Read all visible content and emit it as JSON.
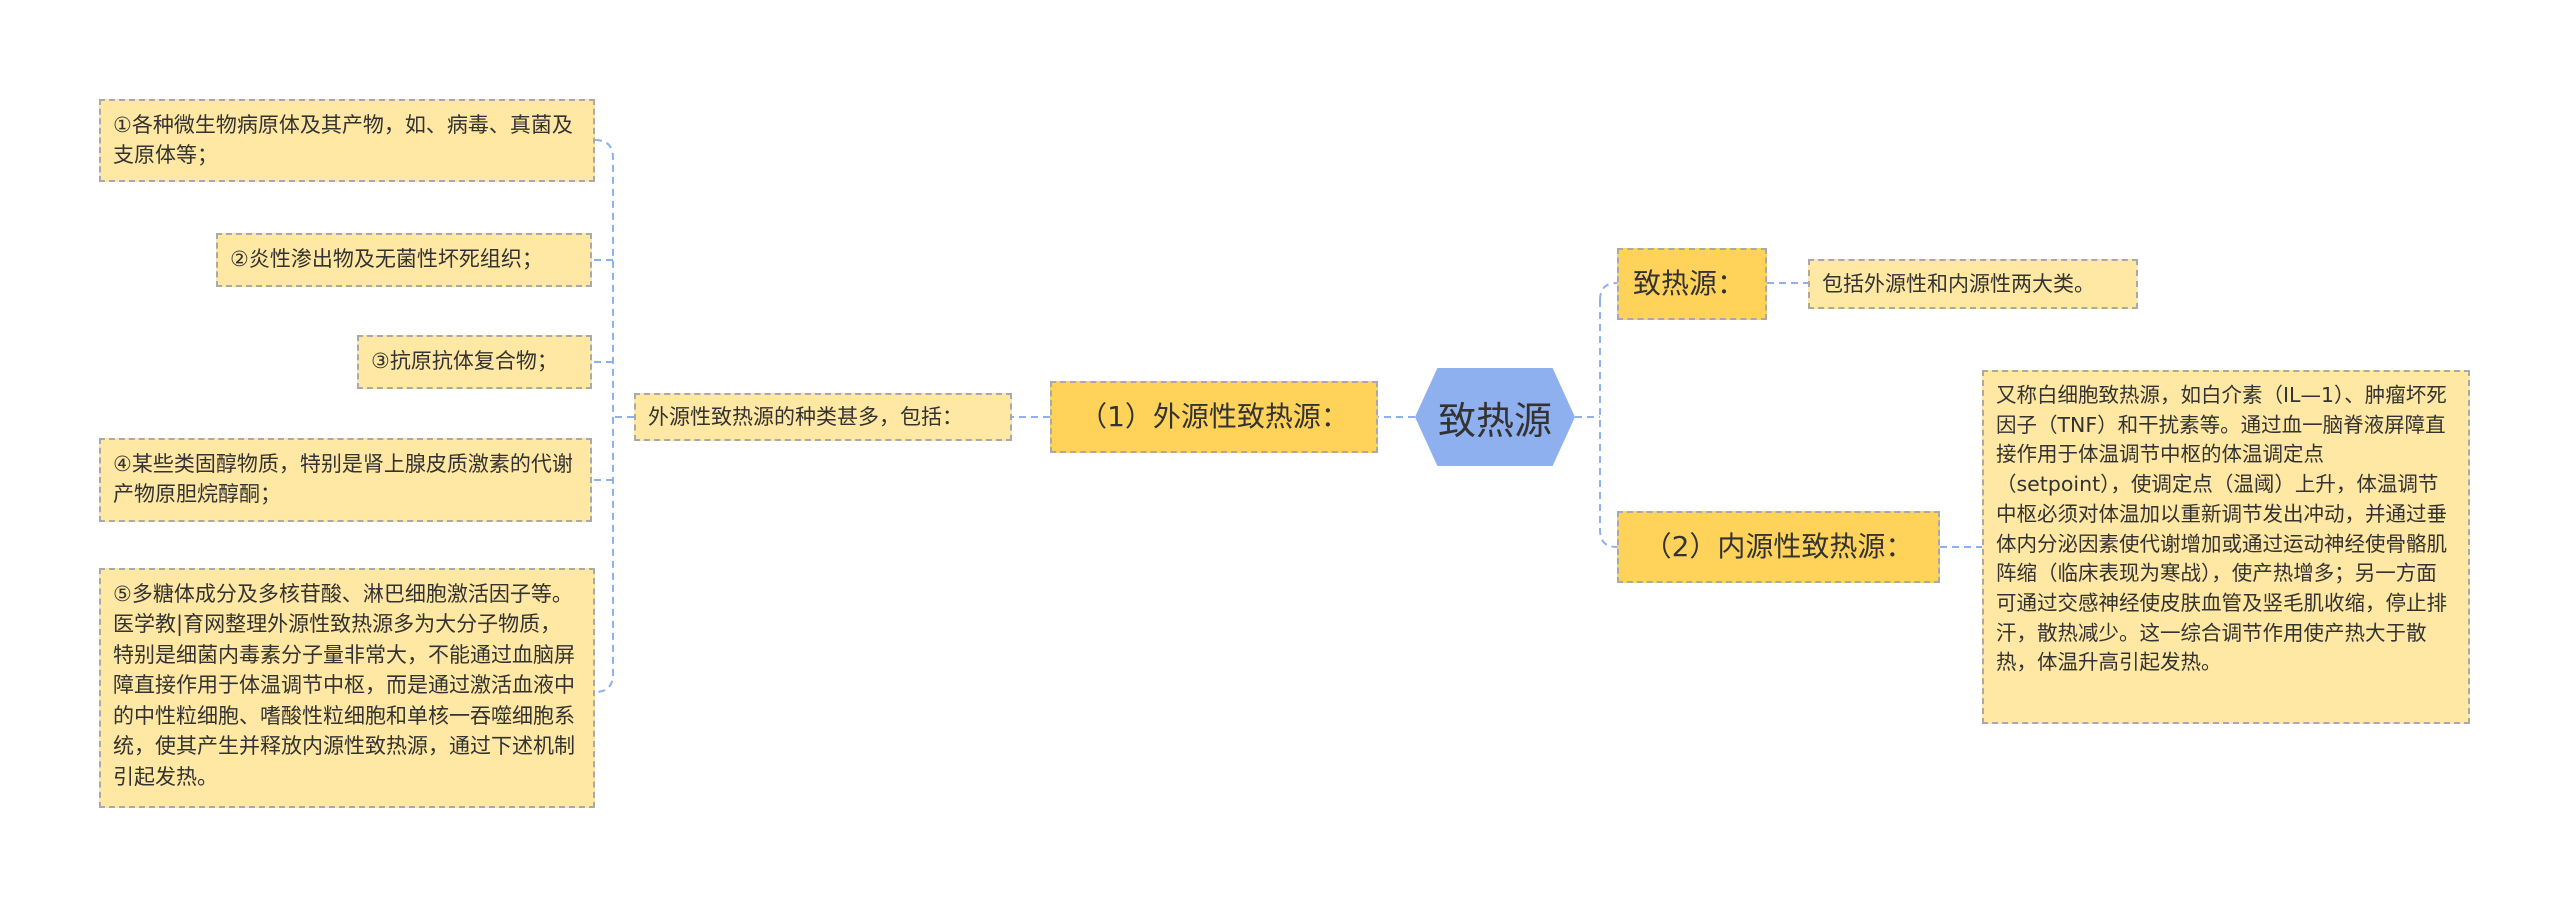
{
  "root": {
    "label": "致热源"
  },
  "left_branch": {
    "label": "（1）外源性致热源：",
    "intro": "外源性致热源的种类甚多，包括：",
    "items": [
      "①各种微生物病原体及其产物，如、病毒、真菌及支原体等；",
      "②炎性渗出物及无菌性坏死组织；",
      "③抗原抗体复合物；",
      "④某些类固醇物质，特别是肾上腺皮质激素的代谢产物原胆烷醇酮；",
      "⑤多糖体成分及多核苷酸、淋巴细胞激活因子等。医学教|育网整理外源性致热源多为大分子物质，特别是细菌内毒素分子量非常大，不能通过血脑屏障直接作用于体温调节中枢，而是通过激活血液中的中性粒细胞、嗜酸性粒细胞和单核一吞噬细胞系统，使其产生并释放内源性致热源，通过下述机制引起发热。"
    ]
  },
  "right_top": {
    "label": "致热源：",
    "detail": "包括外源性和内源性两大类。"
  },
  "right_bottom": {
    "label": "（2）内源性致热源：",
    "detail": "又称白细胞致热源，如白介素（IL—1）、肿瘤坏死因子（TNF）和干扰素等。通过血一脑脊液屏障直接作用于体温调节中枢的体温调定点（setpoint），使调定点（温阈）上升，体温调节中枢必须对体温加以重新调节发出冲动，并通过垂体内分泌因素使代谢增加或通过运动神经使骨骼肌阵缩（临床表现为寒战），使产热增多；另一方面可通过交感神经使皮肤血管及竖毛肌收缩，停止排汗，散热减少。这一综合调节作用使产热大于散热，体温升高引起发热。"
  },
  "colors": {
    "root_fill": "#8fb0ee",
    "branch_fill": "#ffd35a",
    "leaf_fill": "#ffe8a3",
    "connector": "#8fb0ee",
    "border": "#a9a9a9"
  }
}
